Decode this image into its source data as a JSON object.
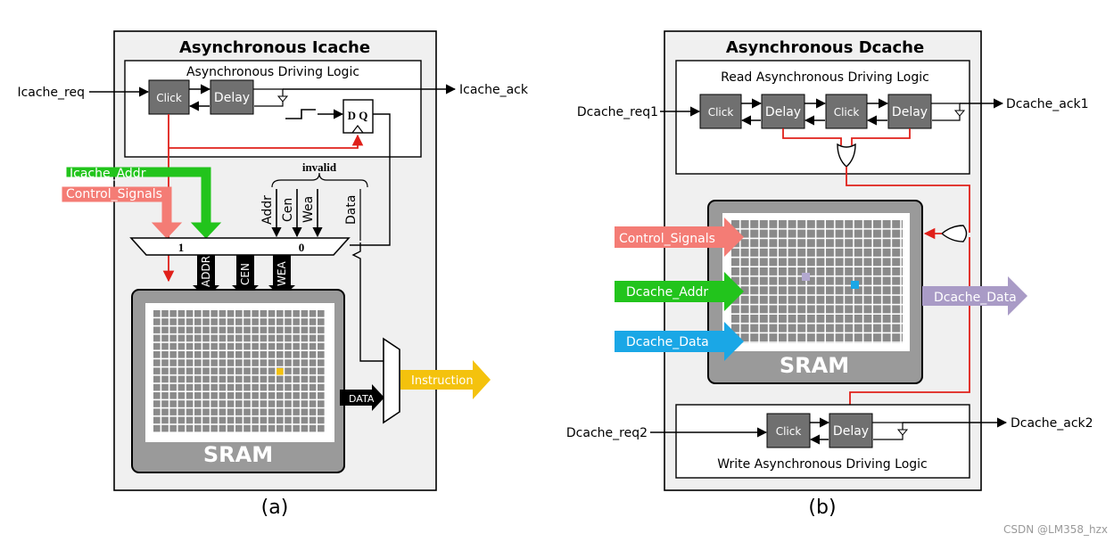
{
  "panel_a": {
    "title": "Asynchronous Icache",
    "driving_logic_label": "Asynchronous Driving Logic",
    "input_req": "Icache_req",
    "output_ack": "Icache_ack",
    "click_label": "Click",
    "delay_label": "Delay",
    "dff_label": "D Q",
    "addr_signal": "Icache_Addr",
    "control_signal": "Control_Signals",
    "invalid_label": "invalid",
    "mux_inputs": [
      "Addr",
      "Cen",
      "Wea",
      "Data"
    ],
    "mux_sel_1": "1",
    "mux_sel_0": "0",
    "sram_ports": [
      "ADDR",
      "CEN",
      "WEA"
    ],
    "data_port": "DATA",
    "sram_label": "SRAM",
    "output_signal": "Instruction",
    "caption": "(a)",
    "colors": {
      "addr": "#22c41c",
      "control": "#f47c75",
      "instruction": "#f4c20d",
      "highlight": "#f4c20d"
    }
  },
  "panel_b": {
    "title": "Asynchronous Dcache",
    "read_logic_label": "Read Asynchronous Driving Logic",
    "write_logic_label": "Write Asynchronous Driving Logic",
    "req1": "Dcache_req1",
    "ack1": "Dcache_ack1",
    "req2": "Dcache_req2",
    "ack2": "Dcache_ack2",
    "click_label": "Click",
    "delay_label": "Delay",
    "control_signal": "Control_Signals",
    "addr_signal": "Dcache_Addr",
    "data_in_signal": "Dcache_Data",
    "data_out_signal": "Dcache_Data",
    "sram_label": "SRAM",
    "caption": "(b)",
    "colors": {
      "control": "#f47c75",
      "addr": "#22c41c",
      "data_in": "#1aa7e6",
      "data_out": "#a99bc6",
      "highlight": "#1aa7e6"
    }
  },
  "watermark": "CSDN @LM358_hzx"
}
